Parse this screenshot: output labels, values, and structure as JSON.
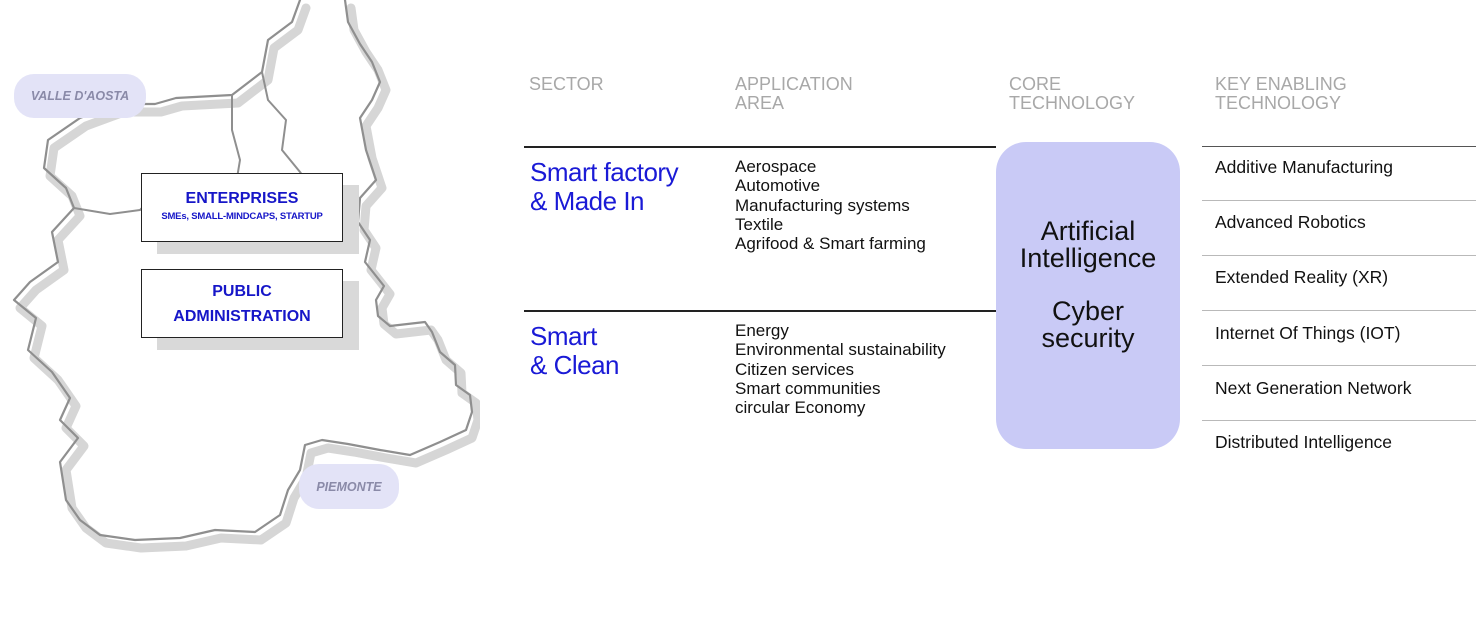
{
  "map": {
    "region_top": "VALLE D'AOSTA",
    "region_main": "PIEMONTE",
    "enterprises": {
      "title": "ENTERPRISES",
      "subtitle": "SMEs, SMALL-MINDCAPS, STARTUP"
    },
    "public_admin": {
      "line1": "PUBLIC",
      "line2": "ADMINISTRATION"
    }
  },
  "headers": {
    "sector": [
      "SECTOR"
    ],
    "application_area": [
      "APPLICATION",
      "AREA"
    ],
    "core_technology": [
      "CORE",
      "TECHNOLOGY"
    ],
    "key_enabling_technology": [
      "KEY ENABLING",
      "TECHNOLOGY"
    ]
  },
  "sectors": [
    {
      "name": [
        "Smart factory",
        "& Made In"
      ],
      "applications": [
        "Aerospace",
        "Automotive",
        "Manufacturing systems",
        "Textile",
        "Agrifood & Smart farming"
      ]
    },
    {
      "name": [
        "Smart",
        "& Clean"
      ],
      "applications": [
        "Energy",
        "Environmental sustainability",
        "Citizen services",
        "Smart communities",
        "circular Economy"
      ]
    }
  ],
  "core_technology": {
    "primary": [
      "Artificial",
      "Intelligence"
    ],
    "secondary": [
      "Cyber",
      "security"
    ]
  },
  "key_enabling_technologies": [
    "Additive Manufacturing",
    "Advanced Robotics",
    "Extended Reality (XR)",
    "Internet Of Things (IOT)",
    "Next Generation Network",
    "Distributed Intelligence"
  ],
  "colors": {
    "accent_blue": "#1a1ad6",
    "core_fill": "#c9caf6",
    "pill_fill": "#e3e3f7",
    "header_grey": "#a8a8a8"
  }
}
